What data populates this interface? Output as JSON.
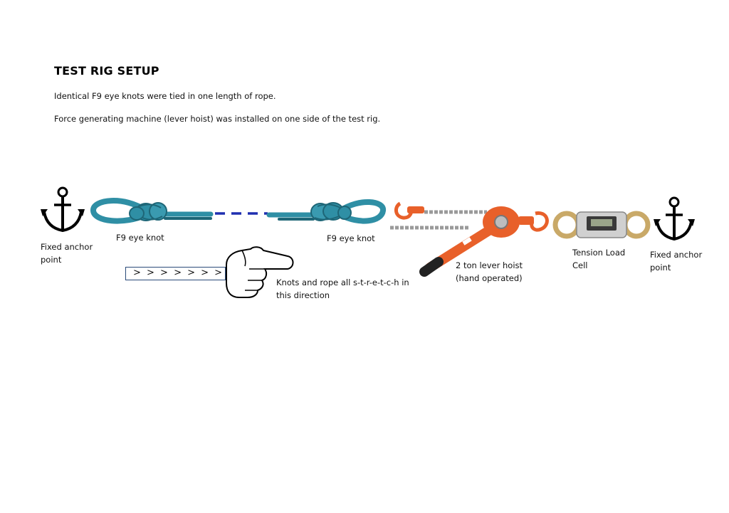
{
  "heading": {
    "title": "TEST RIG SETUP",
    "line1": "Identical F9 eye knots were tied in one length of rope.",
    "line2": "Force generating machine (lever hoist) was installed on one side of the test rig."
  },
  "labels": {
    "anchor_left_1": "Fixed anchor",
    "anchor_left_2": "point",
    "knot_left": "F9 eye knot",
    "knot_right": "F9 eye knot",
    "hoist_1": "2 ton lever hoist",
    "hoist_2": "(hand operated)",
    "cell_1": "Tension Load",
    "cell_2": "Cell",
    "anchor_right_1": "Fixed anchor",
    "anchor_right_2": "point",
    "stretch_1": "Knots and rope all s-t-r-e-t-c-h in",
    "stretch_2": "this direction",
    "arrow_box": "> > > > > > >"
  },
  "colors": {
    "rope": "#2f8fa5",
    "rope_dark": "#1e6677",
    "dashed_link": "#1f2fb0",
    "hoist": "#e8602a",
    "chain": "#9a9a9a",
    "load_cell_ring": "#c9a968",
    "anchor": "#000000"
  },
  "icons": [
    "anchor-icon",
    "eye-knot-icon",
    "lever-hoist-icon",
    "load-cell-icon",
    "pointing-hand-icon"
  ]
}
